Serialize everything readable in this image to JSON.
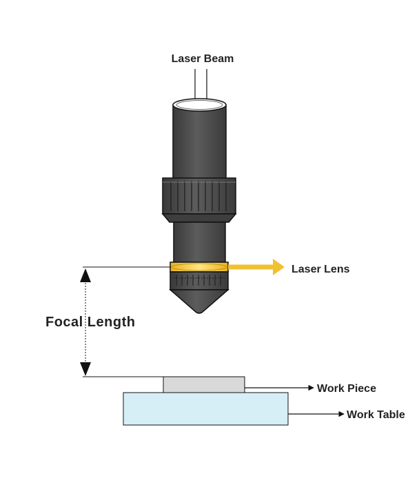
{
  "labels": {
    "laser_beam": "Laser Beam",
    "laser_lens": "Laser Lens",
    "focal_length": "Focal Length",
    "work_piece": "Work Piece",
    "work_table": "Work Table"
  },
  "colors": {
    "nozzle_body": "#4a4a4a",
    "nozzle_highlight": "#6a6a6a",
    "lens": "#f2c12e",
    "beam_arrow": "#f2c12e",
    "work_piece": "#d9d9d9",
    "work_table": "#d6eef5",
    "outline": "#111111",
    "text": "#222222"
  }
}
